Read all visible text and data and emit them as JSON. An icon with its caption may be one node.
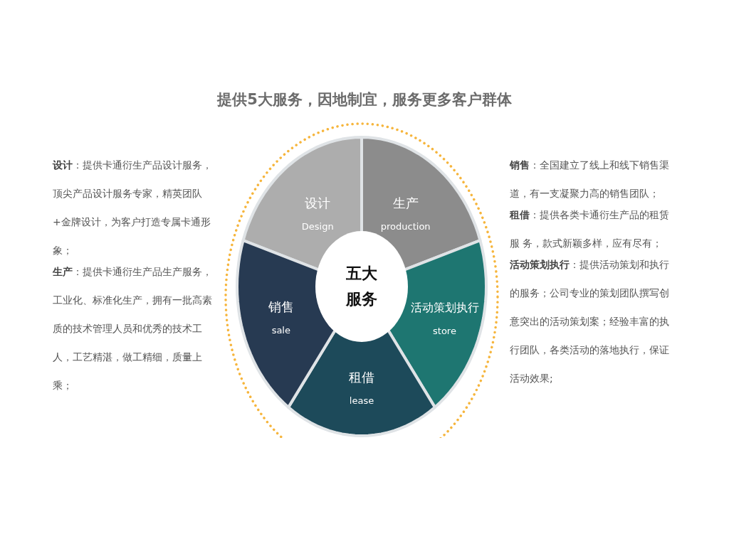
{
  "diagram": {
    "title": "提供5大服务，因地制宜，服务更多客户群体",
    "nodes": [
      {
        "text": [
          "设计",
          "Design"
        ]
      },
      {
        "text": [
          "生产",
          "production"
        ]
      },
      {
        "text": [
          "活动策划执行",
          "store"
        ]
      },
      {
        "text": [
          "租借",
          "lease"
        ]
      },
      {
        "text": [
          "销售",
          "sale"
        ]
      },
      {
        "text": [
          "五大服务"
        ]
      }
    ],
    "labels": [
      "**设计**：提供卡通衍生产品设计服务，顶尖产品设计服务专家，精英团队+金牌设计，为客户打造专属卡通形象；",
      "**生产**：提供卡通衍生产品生产服务，工业化、标准化生产，拥有一批高素质的技术管理人员和优秀的技术工人，工艺精湛，做工精细，质量上乘；",
      "**销售**：全国建立了线上和线下销售渠道，有一支凝聚力高的销售团队；",
      "**租借**：提供各类卡通衍生产品的租赁服 务，款式新颖多样，应有尽有；",
      "**活动策划执行**：提供活动策划和执行的服务；公司专业的策划团队撰写创意突出的活动策划案；经验丰富的执行团队，各类活动的落地执行，保证活动效果;"
    ]
  }
}
